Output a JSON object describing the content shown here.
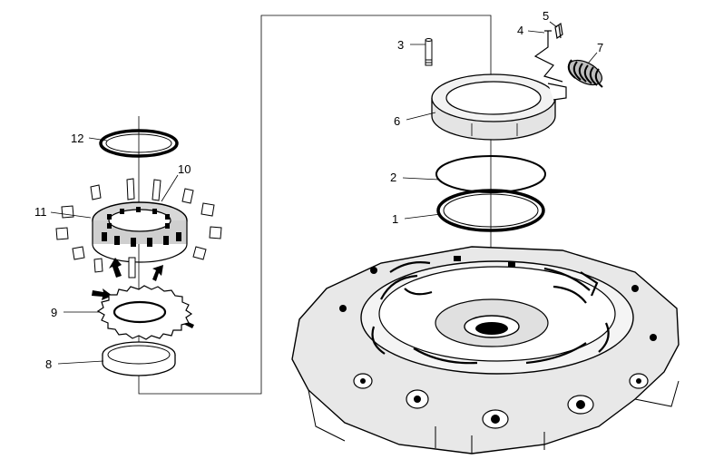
{
  "callouts": {
    "c1": "1",
    "c2": "2",
    "c3": "3",
    "c4": "4",
    "c5": "5",
    "c6": "6",
    "c7": "7",
    "c8": "8",
    "c9": "9",
    "c10": "10",
    "c11": "11",
    "c12": "12"
  },
  "colors": {
    "ink": "#000000",
    "paper": "#ffffff",
    "shade": "#d8d8d8"
  }
}
